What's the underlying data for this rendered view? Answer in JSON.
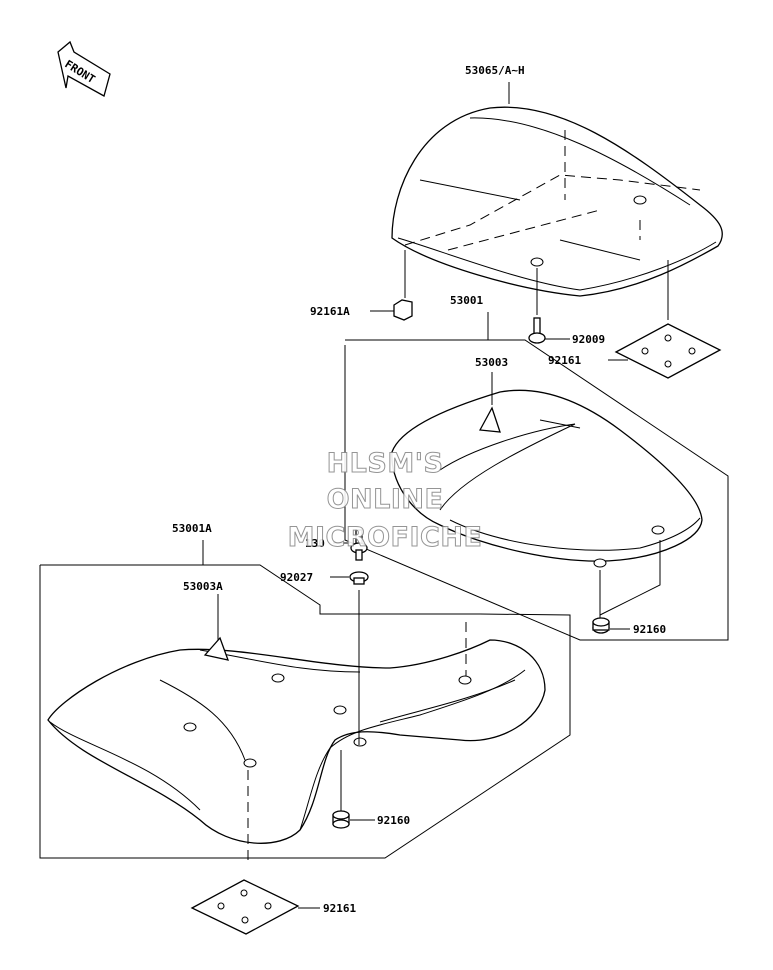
{
  "front_arrow": {
    "label": "FRONT",
    "icon": "front-arrow-icon"
  },
  "watermark": {
    "line1": "HLSM'S",
    "line2": "ONLINE",
    "line3": "MICROFICHE"
  },
  "callouts": {
    "seat_cover_top": "53065/A~H",
    "stopper_top": "92161A",
    "bolt_top": "92009",
    "damper_plate_top": "92161",
    "seat_assy_rear": "53001",
    "seat_rear": "53003",
    "damper_rear": "92160",
    "seat_assy_front": "53001A",
    "seat_front": "53003A",
    "bolt_130": "130",
    "collar": "92027",
    "damper_front": "92160",
    "damper_plate_bottom": "92161"
  }
}
